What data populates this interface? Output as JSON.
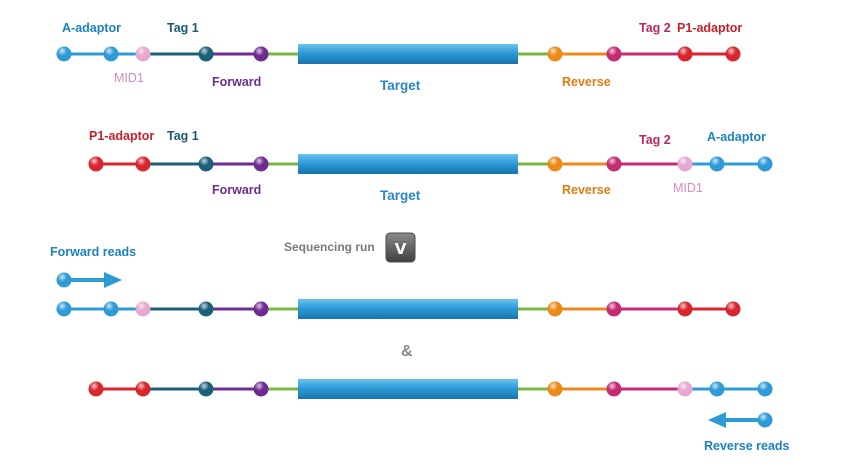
{
  "colors": {
    "adaptor_a": "#2e9bd6",
    "adaptor_p1": "#d9252e",
    "mid1": "#e6a8cf",
    "tag1": "#1b6079",
    "forward": "#6d2c91",
    "forward_link": "#79b742",
    "target": "#2e9bd6",
    "reverse_link": "#79b742",
    "reverse": "#ec8a1a",
    "tag2": "#c42b73",
    "label_a": "#1d82c0",
    "label_tag1": "#1b5a72",
    "label_mid1": "#d88cbd",
    "label_forward": "#6d2c91",
    "label_target": "#2a86c9",
    "label_reverse": "#e07b12",
    "label_tag2": "#b8285f",
    "label_p1": "#c8202a",
    "run_button": "#5f5f5f"
  },
  "labels": {
    "a_adaptor": "A-adaptor",
    "tag1": "Tag 1",
    "mid1": "MID1",
    "forward": "Forward",
    "target": "Target",
    "reverse": "Reverse",
    "tag2": "Tag 2",
    "p1_adaptor": "P1-adaptor",
    "forward_reads": "Forward reads",
    "sequencing_run": "Sequencing run",
    "run_button_glyph": "V",
    "ampersand": "&",
    "reverse_reads": "Reverse reads"
  }
}
